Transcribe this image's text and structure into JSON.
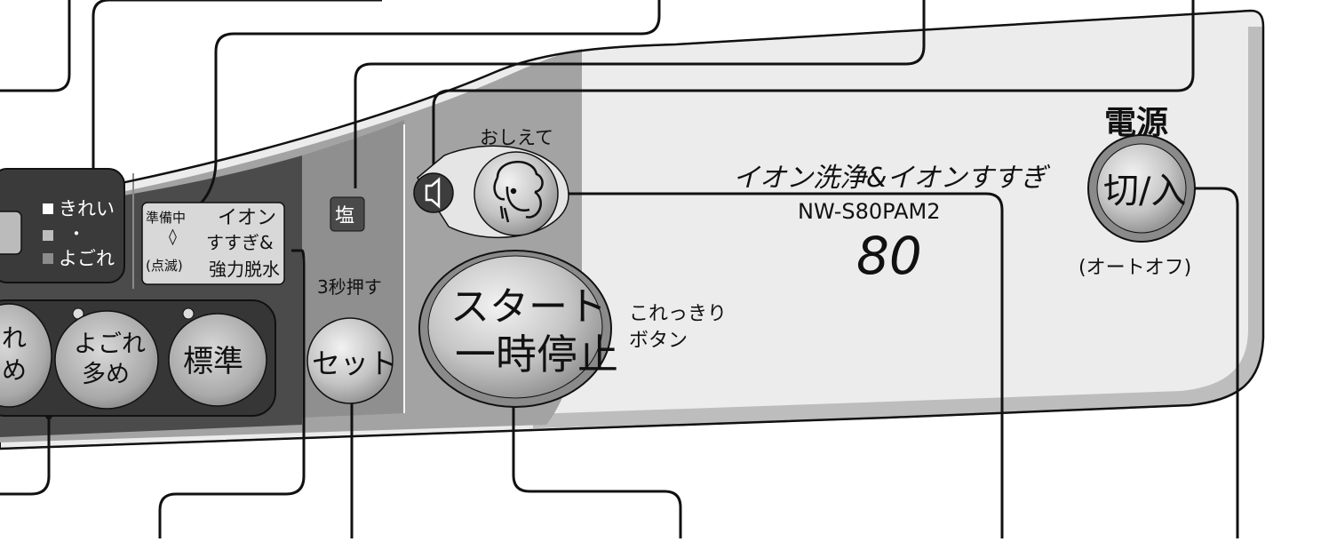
{
  "labels": {
    "kirei": "きれい",
    "dot": "・",
    "yogore_small": "よごれ",
    "junbichu": "準備中",
    "diamond": "◊",
    "tenmetsu": "(点滅)",
    "ion_line1": "イオン",
    "ion_line2": "すすぎ&",
    "ion_line3": "強力脱水",
    "salt": "塩",
    "press3": "3秒押す",
    "set": "セット",
    "yogore_left_1": "れ",
    "yogore_left_2": "め",
    "yogore_oome_1": "よごれ",
    "yogore_oome_2": "多め",
    "hyoujun": "標準",
    "oshiete": "おしえて",
    "start_1": "スタート",
    "start_2": "一時停止",
    "korekkiri_1": "これっきり",
    "korekkiri_2": "ボタン",
    "ion_wash": "イオン洗浄&イオンすすぎ",
    "model": "NW-S80PAM2",
    "capacity": "80",
    "power_title": "電源",
    "power_button": "切/入",
    "auto_off": "(オートオフ)"
  },
  "colors": {
    "panel_dark": "#4d4d4d",
    "panel_mid": "#9a9a9a",
    "panel_light": "#ececec",
    "button_face": "#c9c9c9",
    "outline": "#111111"
  }
}
